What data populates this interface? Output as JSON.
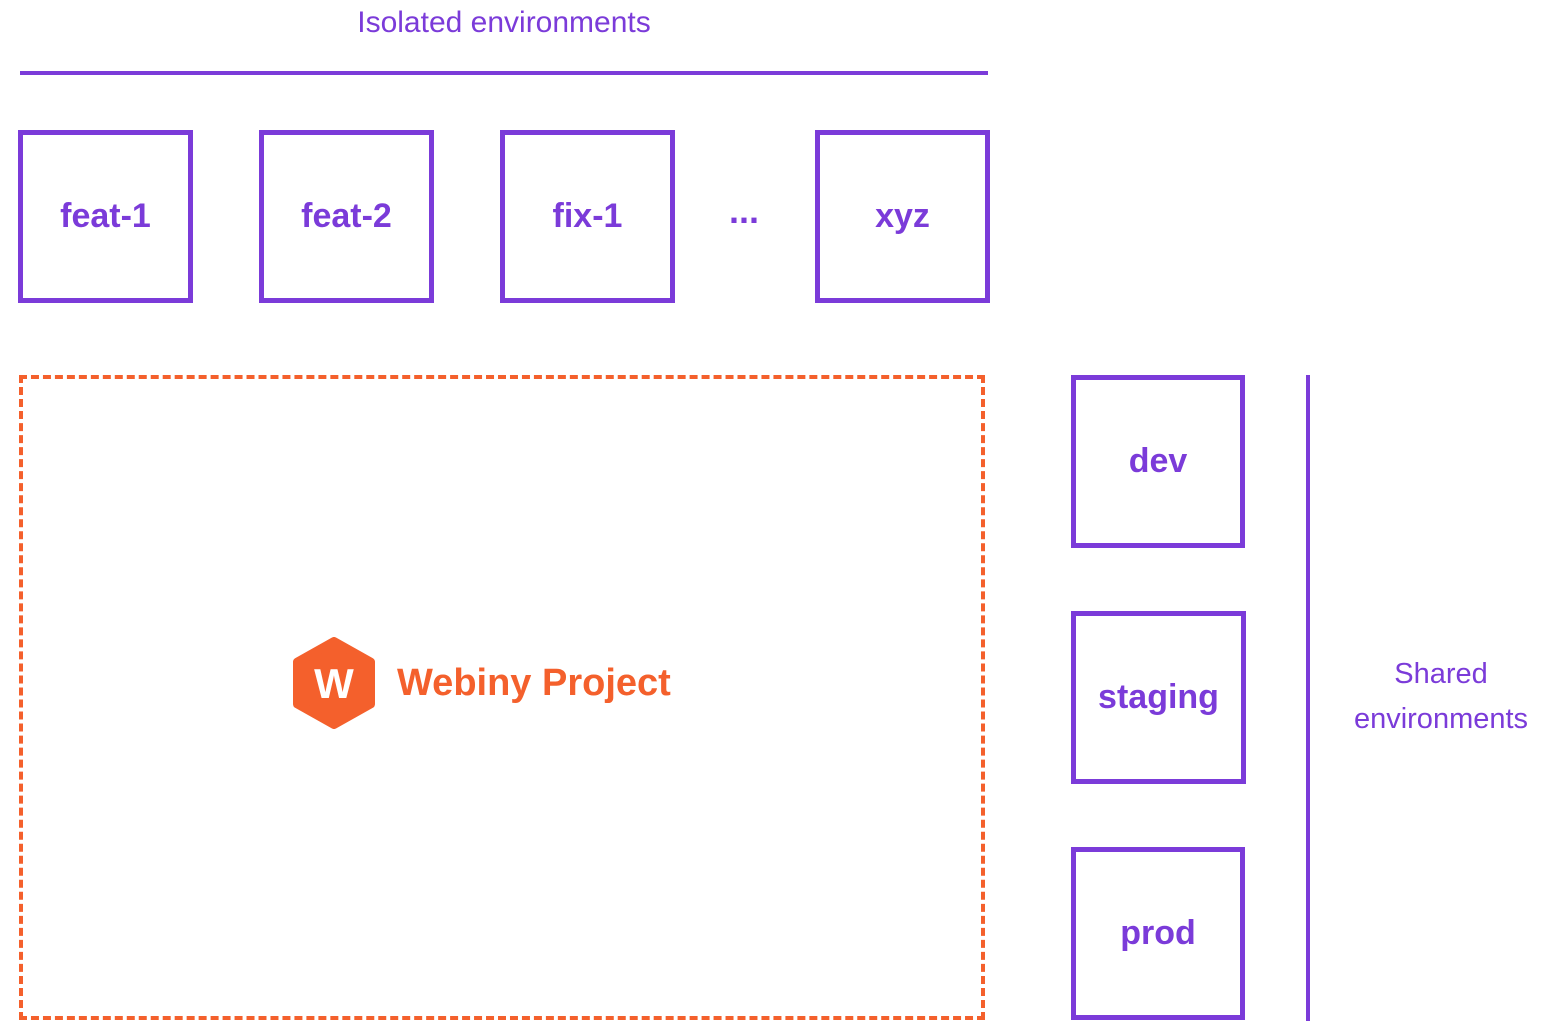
{
  "colors": {
    "purple": "#7B3BD9",
    "orange": "#F4602C"
  },
  "isolated": {
    "label": "Isolated environments",
    "ellipsis": "...",
    "boxes": [
      {
        "label": "feat-1"
      },
      {
        "label": "feat-2"
      },
      {
        "label": "fix-1"
      },
      {
        "label": "xyz"
      }
    ]
  },
  "project": {
    "name": "Webiny Project",
    "logo_icon": "webiny-hexagon-logo",
    "logo_letter": "W"
  },
  "shared": {
    "label": "Shared environments",
    "boxes": [
      {
        "label": "dev"
      },
      {
        "label": "staging"
      },
      {
        "label": "prod"
      }
    ]
  }
}
